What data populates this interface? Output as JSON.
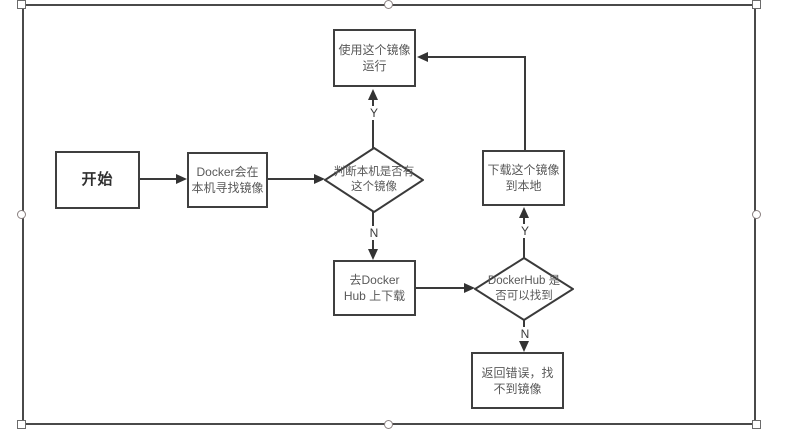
{
  "colors": {
    "line": "#3a3a3a",
    "box_border": "#3f3f3f",
    "box_text": "#595959",
    "start_text": "#2f2f2f",
    "background": "#ffffff"
  },
  "flowchart": {
    "nodes": {
      "start": {
        "label": "开始"
      },
      "find_local": {
        "line1": "Docker会在",
        "line2": "本机寻找镜像"
      },
      "check_local": {
        "line1": "判断本机是否有",
        "line2": "这个镜像"
      },
      "run": {
        "line1": "使用这个镜像",
        "line2": "运行"
      },
      "download": {
        "line1": "下载这个镜像",
        "line2": "到本地"
      },
      "go_hub": {
        "line1": "去Docker",
        "line2": "Hub 上下载"
      },
      "check_hub": {
        "line1": "DockerHub 是",
        "line2": "否可以找到"
      },
      "error": {
        "line1": "返回错误，找",
        "line2": "不到镜像"
      }
    },
    "edge_labels": {
      "check_local_yes": "Y",
      "check_local_no": "N",
      "check_hub_yes": "Y",
      "check_hub_no": "N"
    }
  }
}
